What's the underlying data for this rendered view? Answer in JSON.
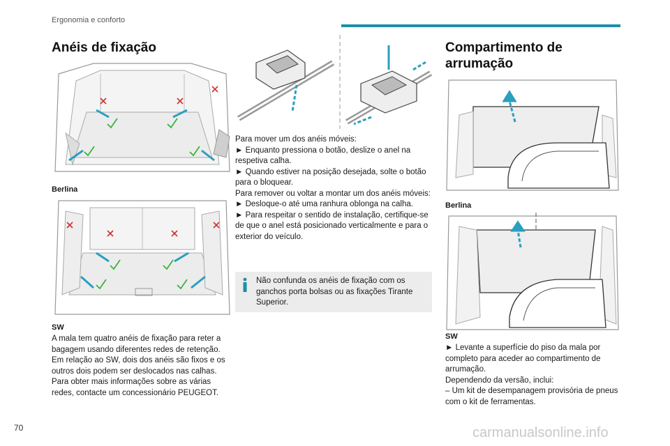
{
  "header": {
    "section": "Ergonomia e conforto",
    "accent_color": "#1a8fa6"
  },
  "footer": {
    "page_number": "70",
    "watermark": "carmanualsonline.info"
  },
  "left": {
    "title": "Anéis de fixação",
    "caption_1": "Berlina",
    "caption_2": "SW",
    "paragraph": "A mala tem quatro anéis de fixação para reter a bagagem usando diferentes redes de retenção. Em relação ao SW, dois dos anéis são fixos e os outros dois podem ser deslocados nas calhas. Para obter mais informações sobre as várias redes, contacte um concessionário PEUGEOT."
  },
  "middle": {
    "lines": [
      "Para mover um dos anéis móveis:",
      "► Enquanto pressiona o botão, deslize o anel na respetiva calha.",
      "► Quando estiver na posição desejada, solte o botão para o bloquear.",
      "Para remover ou voltar a montar um dos anéis móveis:",
      "► Desloque-o até uma ranhura oblonga na calha.",
      "► Para respeitar o sentido de instalação, certifique-se de que o anel está posicionado verticalmente e para o exterior do veículo."
    ],
    "note": "Não confunda os anéis de fixação com os ganchos porta bolsas ou as fixações Tirante Superior."
  },
  "right": {
    "title": "Compartimento de arrumação",
    "caption_1": "Berlina",
    "caption_2": "SW",
    "lines": [
      "► Levante a superfície do piso da mala por completo para aceder ao compartimento de arrumação.",
      "Dependendo da versão, inclui:",
      "– Um kit de desempanagem provisória de pneus com o kit de ferramentas."
    ]
  }
}
